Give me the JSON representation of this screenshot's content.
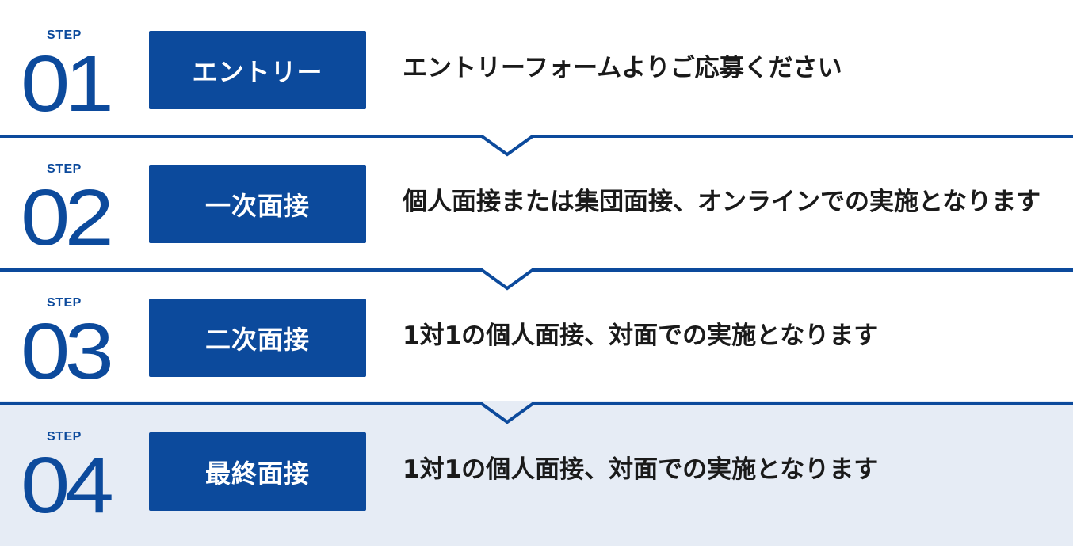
{
  "colors": {
    "brand": "#0c4a9c",
    "text": "#1a1a1a",
    "last_step_bg": "#e6ecf5"
  },
  "steps": [
    {
      "label": "STEP",
      "number": "01",
      "title": "エントリー",
      "description": "エントリーフォームよりご応募ください"
    },
    {
      "label": "STEP",
      "number": "02",
      "title": "一次面接",
      "description": "個人面接または集団面接、オンラインでの実施となります"
    },
    {
      "label": "STEP",
      "number": "03",
      "title": "二次面接",
      "description": "1対1の個人面接、対面での実施となります"
    },
    {
      "label": "STEP",
      "number": "04",
      "title": "最終面接",
      "description": "1対1の個人面接、対面での実施となります"
    }
  ]
}
